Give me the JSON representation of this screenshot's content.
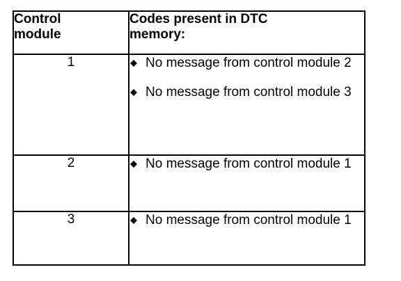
{
  "table": {
    "headers": {
      "module": "Control\nmodule",
      "codes": "Codes present in DTC\nmemory:"
    },
    "rows": [
      {
        "module": "1",
        "codes": [
          "No message from control module 2",
          "No message from control module 3"
        ]
      },
      {
        "module": "2",
        "codes": [
          "No message from control module 1"
        ]
      },
      {
        "module": "3",
        "codes": [
          "No message from control module 1"
        ]
      }
    ]
  },
  "icons": {
    "bullet": "diamond-bullet-icon"
  }
}
